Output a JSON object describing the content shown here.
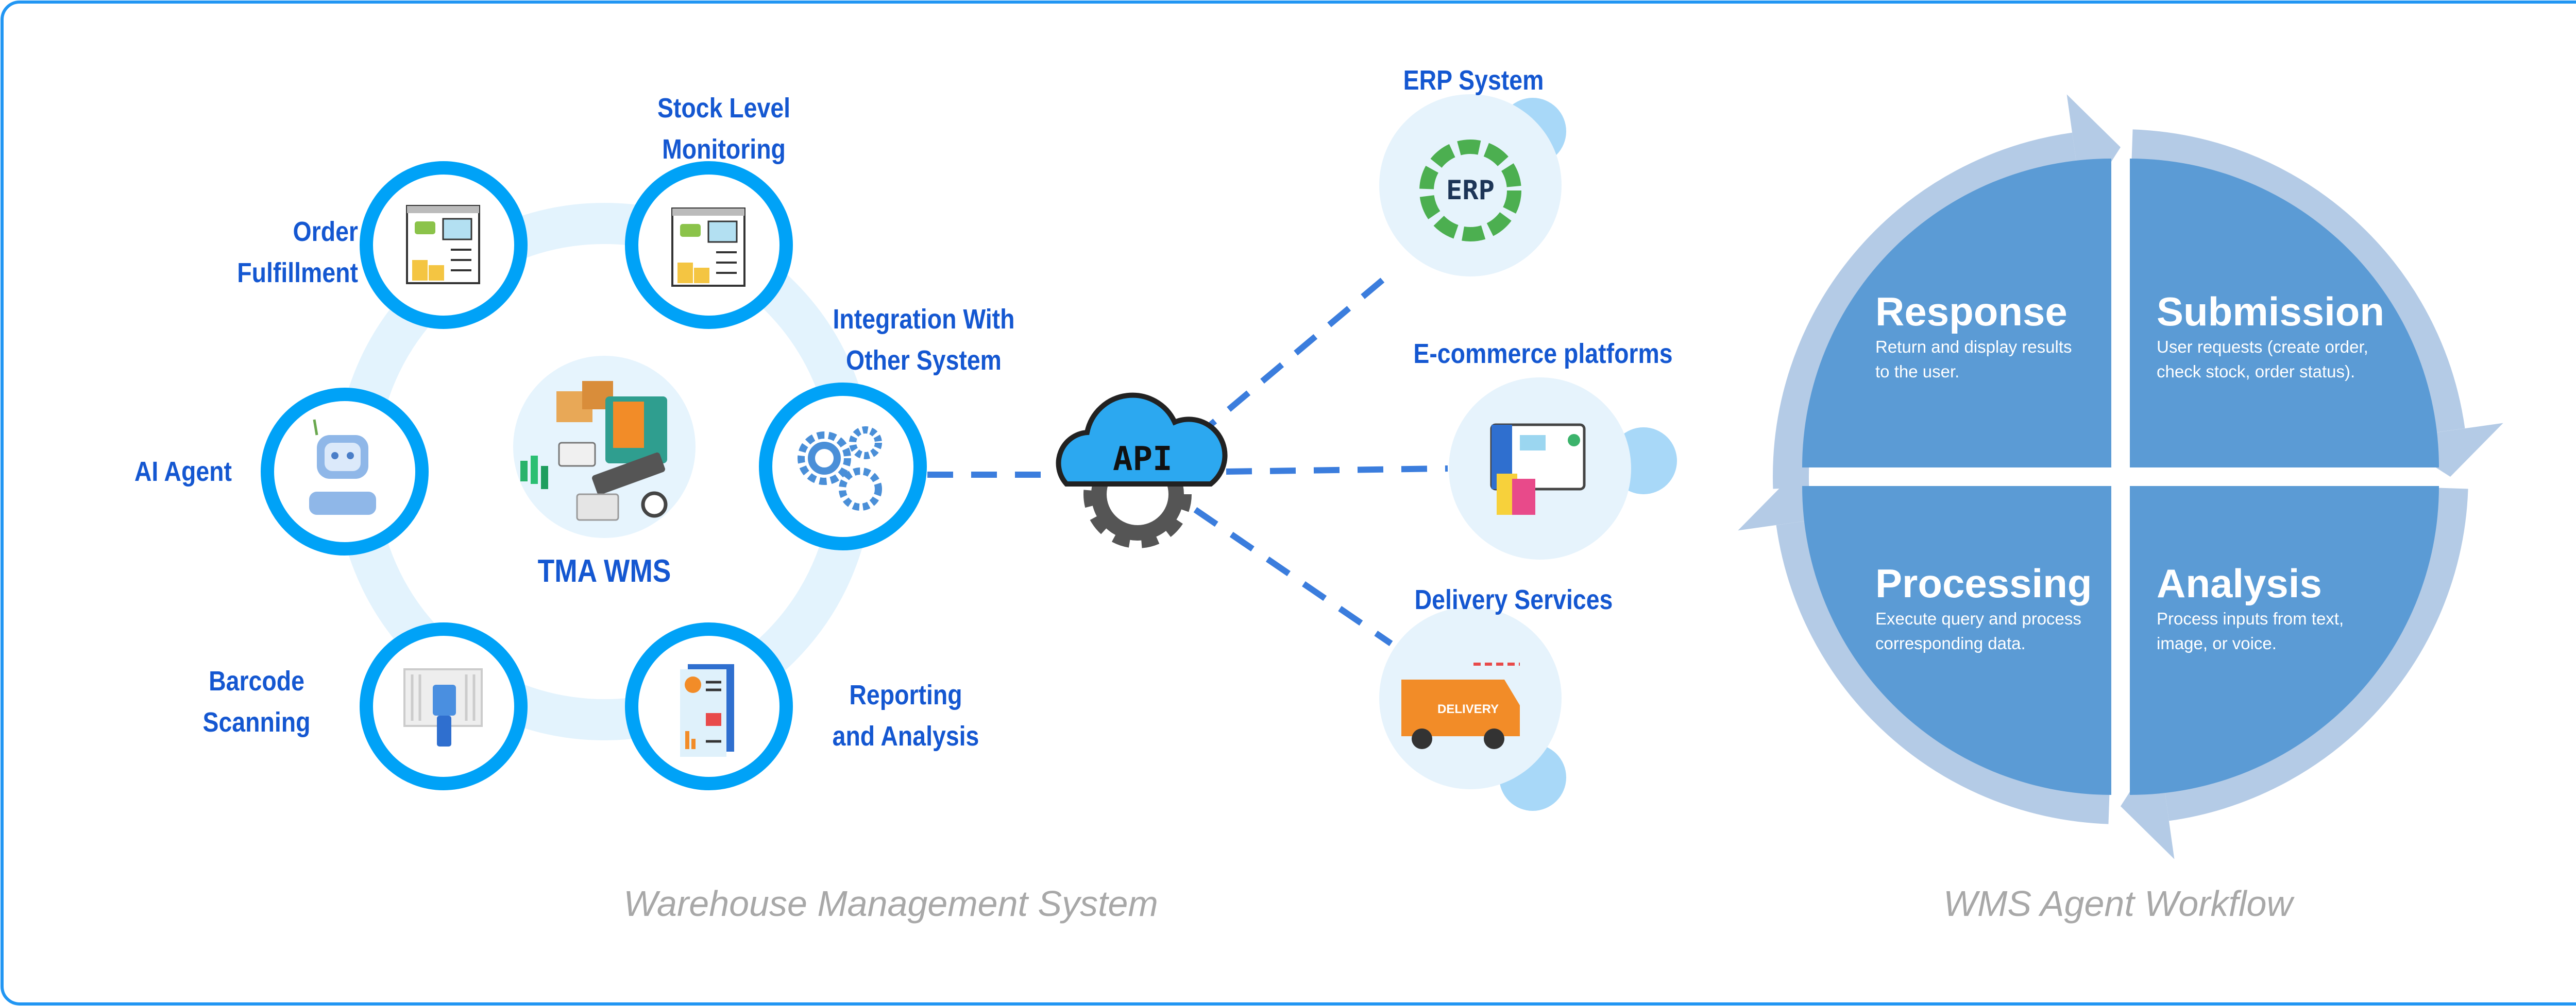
{
  "colors": {
    "accent": "#00a2f7",
    "label": "#1457d1",
    "ring": "#e3f3fd",
    "dash": "#3b7ddd",
    "quadrant": "#5b9bd5",
    "arc": "#b4cbe6",
    "caption": "#a8a8a8"
  },
  "wms": {
    "center_label": "TMA WMS",
    "nodes": [
      {
        "id": "order",
        "line1": "Order",
        "line2": "Fulfillment",
        "icon": "document-dashboard-icon"
      },
      {
        "id": "stock",
        "line1": "Stock Level",
        "line2": "Monitoring",
        "icon": "document-dashboard-icon"
      },
      {
        "id": "integration",
        "line1": "Integration With",
        "line2": "Other System",
        "icon": "gears-icon"
      },
      {
        "id": "reporting",
        "line1": "Reporting",
        "line2": "and Analysis",
        "icon": "report-icon"
      },
      {
        "id": "barcode",
        "line1": "Barcode",
        "line2": "Scanning",
        "icon": "barcode-scanner-icon"
      },
      {
        "id": "ai",
        "line1": "AI Agent",
        "line2": "",
        "icon": "robot-icon"
      }
    ],
    "caption": "Warehouse Management System"
  },
  "api": {
    "label": "API",
    "icon": "cloud-gear-icon"
  },
  "systems": [
    {
      "label": "ERP System",
      "icon": "erp-icon",
      "icon_text": "ERP"
    },
    {
      "label": "E-commerce platforms",
      "icon": "ecommerce-monitor-icon"
    },
    {
      "label": "Delivery Services",
      "icon": "delivery-truck-icon",
      "icon_text": "DELIVERY"
    }
  ],
  "workflow": {
    "caption": "WMS Agent Workflow",
    "steps": [
      {
        "title": "Response",
        "line1": "Return and display results",
        "line2": "to the user."
      },
      {
        "title": "Submission",
        "line1": "User requests (create order,",
        "line2": "check stock, order status)."
      },
      {
        "title": "Processing",
        "line1": "Execute query and process",
        "line2": "corresponding data."
      },
      {
        "title": "Analysis",
        "line1": "Process inputs from text,",
        "line2": "image, or voice."
      }
    ]
  }
}
